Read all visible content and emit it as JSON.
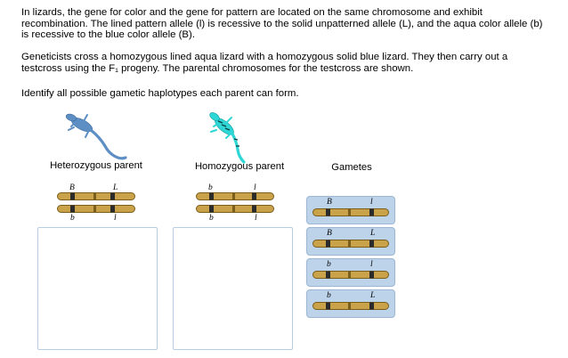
{
  "question": {
    "paragraph1": "In lizards, the gene for color and the gene for pattern are located on the same chromosome and exhibit recombination. The lined pattern allele (l) is recessive to the solid unpatterned allele (L), and the aqua color allele (b) is recessive to the blue color allele (B).",
    "paragraph2": "Geneticists cross a homozygous lined aqua lizard with a homozygous solid blue lizard. They then carry out a testcross using the F₁ progeny. The parental chromosomes for the testcross are shown.",
    "paragraph3": "Identify all possible gametic haplotypes each parent can form."
  },
  "parents": [
    {
      "label": "Heterozygous parent",
      "top_alleles": [
        "B",
        "L"
      ],
      "bottom_alleles": [
        "b",
        "l"
      ],
      "lizard_color": "#5e8fc4"
    },
    {
      "label": "Homozygous parent",
      "top_alleles": [
        "b",
        "l"
      ],
      "bottom_alleles": [
        "b",
        "l"
      ],
      "lizard_color": "#2fd6d6"
    }
  ],
  "gametes_label": "Gametes",
  "gametes": [
    {
      "alleles": [
        "B",
        "l"
      ]
    },
    {
      "alleles": [
        "B",
        "L"
      ]
    },
    {
      "alleles": [
        "b",
        "l"
      ]
    },
    {
      "alleles": [
        "b",
        "L"
      ]
    }
  ],
  "colors": {
    "chromosome_fill": "#c9a24a",
    "band": "#2b2b2b",
    "tile": "#bcd3ea",
    "dropzone_border": "#b8cde3"
  }
}
